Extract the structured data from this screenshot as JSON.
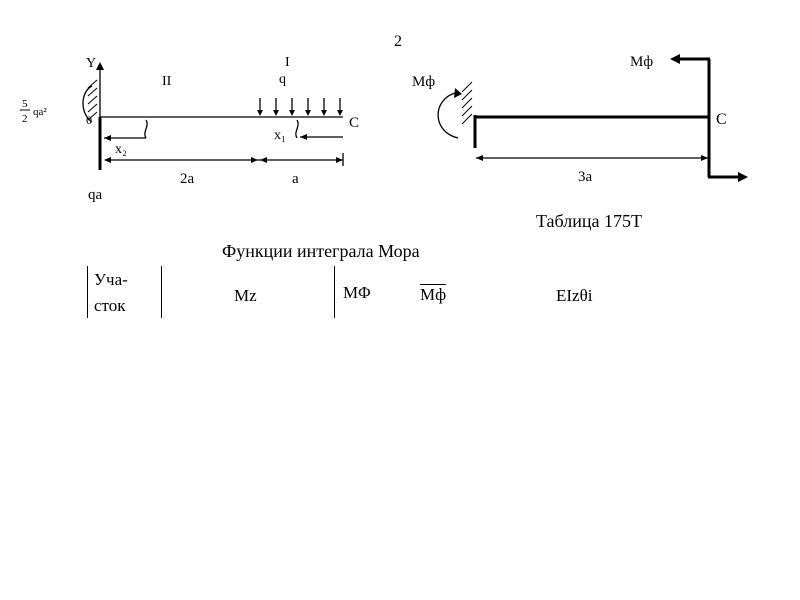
{
  "figure_number": "2",
  "left_diagram": {
    "axis_y": "Y",
    "origin": "0",
    "moment_fraction": {
      "num": "5",
      "den": "2",
      "tail": "qa²"
    },
    "section_II": "II",
    "section_I": "I",
    "load_q": "q",
    "point_C": "C",
    "coord_x2": "x₂",
    "coord_x1": "x₁",
    "dim_2a": "2a",
    "dim_a": "a",
    "reaction_qa": "qa"
  },
  "right_diagram": {
    "moment_left": "Mф",
    "moment_right": "Mф",
    "point_C": "C",
    "dim_3a": "3a"
  },
  "table_title": "Таблица  175Т",
  "functions_title": "Функции интеграла Мора",
  "columns": {
    "section_line1": "Уча-",
    "section_line2": "сток",
    "mz": "Mz",
    "mphi": "MΦ",
    "mphi_bar": "Mф",
    "eiz_theta": "EIzθi"
  }
}
